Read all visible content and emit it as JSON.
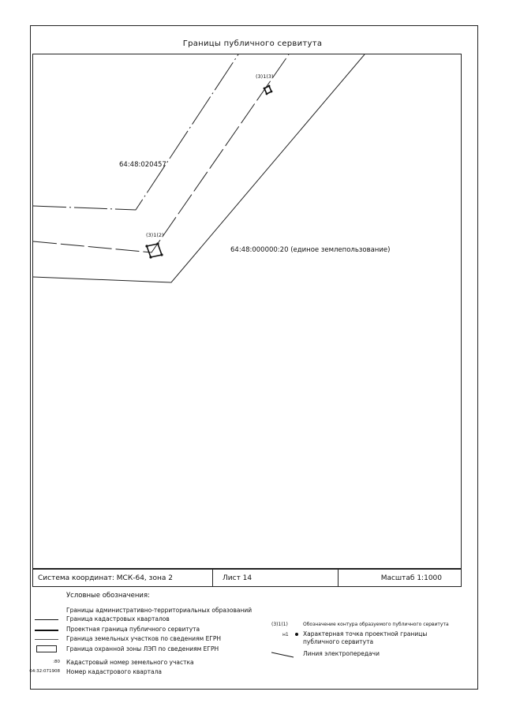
{
  "title": "Границы публичного сервитута",
  "map": {
    "labels": {
      "parcel_upper": "64:48:020457",
      "parcel_lower": "64:48:000000:20 (единое землепользование)",
      "contour_upper": "(3)1(3)",
      "contour_lower": "(3)1(2)"
    }
  },
  "info": {
    "coordinate_system": "Система координат: МСК-64, зона 2",
    "sheet": "Лист 14",
    "scale": "Масштаб 1:1000"
  },
  "legend": {
    "title": "Условные обозначения:",
    "items": [
      {
        "label": "Границы административно-территориальных образований"
      },
      {
        "label": "Граница кадастровых кварталов"
      },
      {
        "label": "Проектная граница публичного сервитута"
      },
      {
        "label": "Граница земельных участков по сведениям ЕГРН"
      },
      {
        "label": "Граница охранной зоны ЛЭП по сведениям ЕГРН"
      },
      {
        "label": "Кадастровый номер земельного участка",
        "symbol": ":80"
      },
      {
        "label": "Номер кадастрового квартала",
        "symbol": "64:32:071908"
      }
    ],
    "right_items": [
      {
        "label": "Обозначение контура образуемого публичного сервитута",
        "symbol": "(3)1(1)"
      },
      {
        "label": "Характерная точка проектной границы публичного сервитута",
        "symbol": "н1"
      },
      {
        "label": "Линия электропередачи"
      }
    ]
  }
}
